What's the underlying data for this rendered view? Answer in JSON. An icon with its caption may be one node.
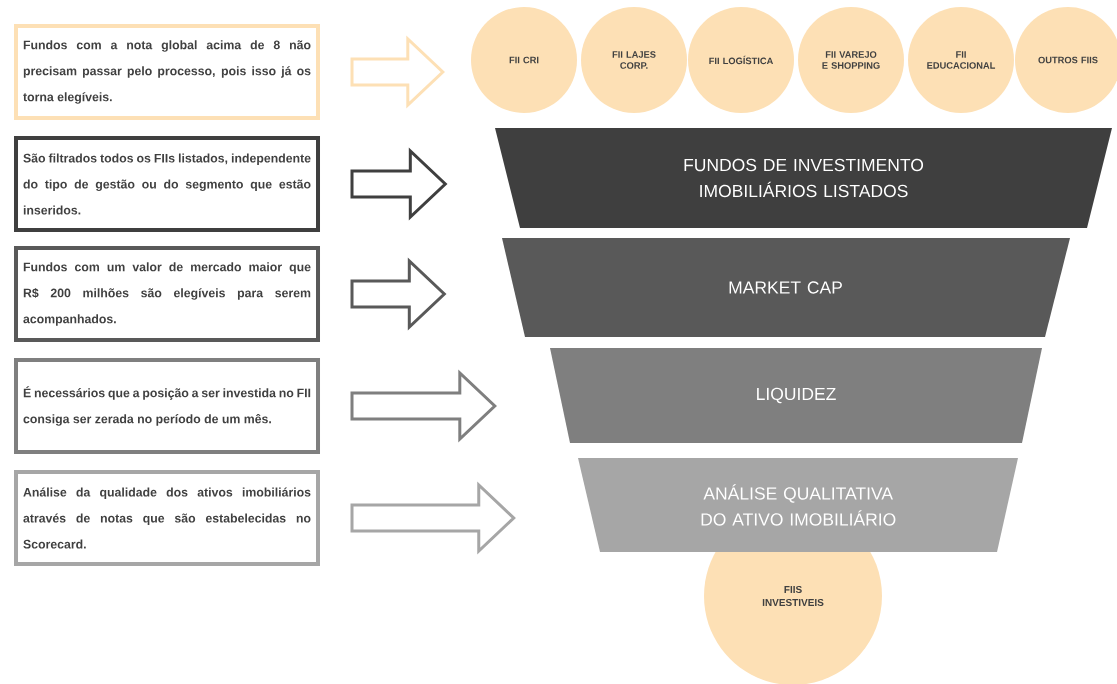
{
  "diagram": {
    "nodes": [
      {
        "text": [
          "Fundos com a nota global acima de 8 não precisam passar pelo processo, pois isso já os torna elegíveis."
        ]
      },
      {
        "text": [
          "São filtrados todos os FIIs listados, independente do tipo de gestão ou do segmento que estão inseridos."
        ]
      },
      {
        "text": [
          "Fundos com um valor de mercado maior que R$ 200 milhões são elegíveis para serem acompanhados."
        ]
      },
      {
        "text": [
          "É necessários que a posição a ser investida no FII consiga ser zerada no período de um mês."
        ]
      },
      {
        "text": [
          "Análise da qualidade dos ativos imobiliários através de notas que são estabelecidas no Scorecard."
        ]
      },
      {
        "text": [
          "FII CRI"
        ]
      },
      {
        "text": [
          "FII LAJES CORP."
        ]
      },
      {
        "text": [
          "FII LOGÍSTICA"
        ]
      },
      {
        "text": [
          "FII VAREJO E SHOPPING"
        ]
      },
      {
        "text": [
          "FII EDUCACIONAL"
        ]
      },
      {
        "text": [
          "OUTROS FIIS"
        ]
      },
      {
        "text": [
          "FUNDOS DE INVESTIMENTO IMOBILIÁRIOS LISTADOS"
        ]
      },
      {
        "text": [
          "MARKET CAP"
        ]
      },
      {
        "text": [
          "LIQUIDEZ"
        ]
      },
      {
        "text": [
          "ANÁLISE QUALITATIVA DO ATIVO IMOBILIÁRIO"
        ]
      },
      {
        "text": [
          "FIIS INVESTIVEIS"
        ]
      }
    ],
    "edges": [
      {
        "from": 0,
        "to": 5,
        "arrow": "to",
        "color": "#fde0b5"
      },
      {
        "from": 1,
        "to": 11,
        "arrow": "to",
        "color": "#3f3f3f"
      },
      {
        "from": 2,
        "to": 12,
        "arrow": "to",
        "color": "#595959"
      },
      {
        "from": 3,
        "to": 13,
        "arrow": "to",
        "color": "#7f7f7f"
      },
      {
        "from": 4,
        "to": 14,
        "arrow": "to",
        "color": "#a6a6a6"
      }
    ]
  }
}
